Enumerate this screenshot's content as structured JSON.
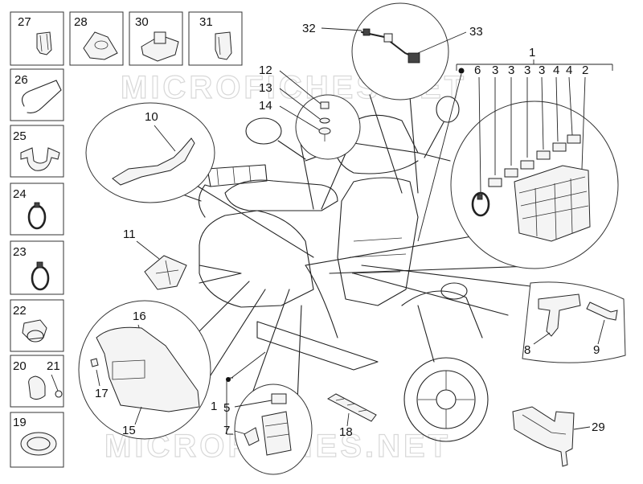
{
  "watermark": "MICROFICHES.NET",
  "labels": {
    "n1": "1",
    "n2": "2",
    "n3a": "3",
    "n3b": "3",
    "n3c": "3",
    "n3d": "3",
    "n4a": "4",
    "n4b": "4",
    "n5": "5",
    "n6": "6",
    "n7": "7",
    "n8": "8",
    "n9": "9",
    "n10": "10",
    "n11": "11",
    "n12": "12",
    "n13": "13",
    "n14": "14",
    "n15": "15",
    "n16": "16",
    "n17": "17",
    "n18": "18",
    "n19": "19",
    "n20": "20",
    "n21": "21",
    "n22": "22",
    "n23": "23",
    "n24": "24",
    "n25": "25",
    "n26": "26",
    "n27": "27",
    "n28": "28",
    "n29": "29",
    "n30": "30",
    "n31": "31",
    "n32": "32",
    "n33": "33",
    "n1b": "1"
  }
}
